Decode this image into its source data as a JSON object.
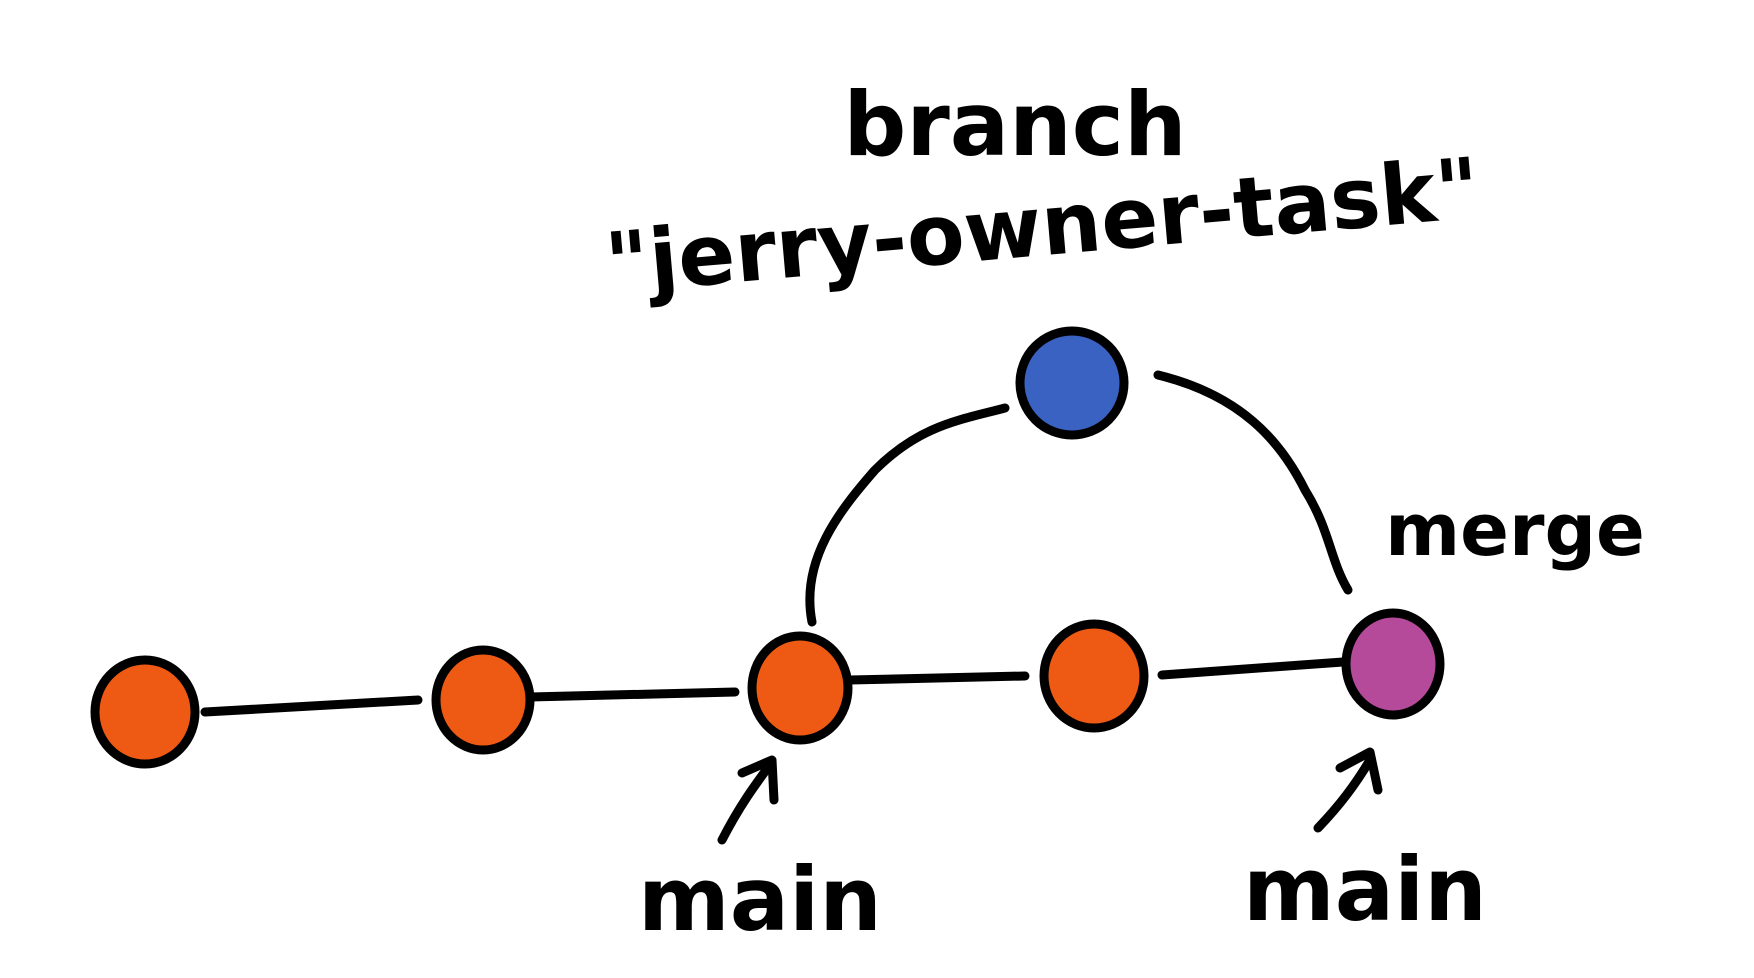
{
  "branch_label": {
    "line1": "branch",
    "line2": "\"jerry-owner-task\""
  },
  "merge_label": "merge",
  "pointer_labels": [
    "main",
    "main"
  ],
  "colors": {
    "main_commit": "#ee5a14",
    "branch_commit": "#3a62c2",
    "merge_commit": "#b54a9a",
    "outline": "#000000"
  },
  "commits": [
    {
      "id": "c1",
      "type": "main_commit"
    },
    {
      "id": "c2",
      "type": "main_commit"
    },
    {
      "id": "c3",
      "type": "main_commit"
    },
    {
      "id": "c4",
      "type": "main_commit"
    },
    {
      "id": "b1",
      "type": "branch_commit"
    },
    {
      "id": "m1",
      "type": "merge_commit"
    }
  ],
  "edges": [
    [
      "c1",
      "c2"
    ],
    [
      "c2",
      "c3"
    ],
    [
      "c3",
      "c4"
    ],
    [
      "c4",
      "m1"
    ],
    [
      "c3",
      "b1"
    ],
    [
      "b1",
      "m1"
    ]
  ]
}
